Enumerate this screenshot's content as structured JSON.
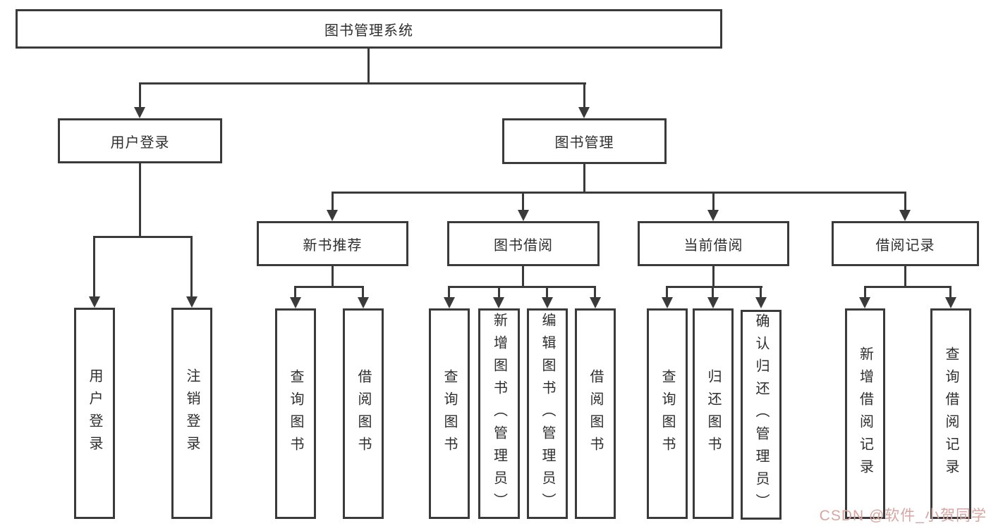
{
  "title": "图书管理系统",
  "watermark": "CSDN @软件_小贺同学",
  "colors": {
    "line": "#3a3a3a",
    "text": "#2e2e2e",
    "watermark": "#d8a5a0",
    "background": "#ffffff"
  },
  "level1": [
    {
      "label": "用户登录"
    },
    {
      "label": "图书管理"
    }
  ],
  "level2": [
    {
      "label": "新书推荐"
    },
    {
      "label": "图书借阅"
    },
    {
      "label": "当前借阅"
    },
    {
      "label": "借阅记录"
    }
  ],
  "leaves": {
    "user_login": [
      "用户登录",
      "注销登录"
    ],
    "new_books": [
      "查询图书",
      "借阅图书"
    ],
    "book_borrow": [
      "查询图书",
      "新增图书（管理员）",
      "编辑图书（管理员）",
      "借阅图书"
    ],
    "current_borrow": [
      "查询图书",
      "归还图书",
      "确认归还（管理员）"
    ],
    "borrow_records": [
      "新增借阅记录",
      "查询借阅记录"
    ]
  }
}
